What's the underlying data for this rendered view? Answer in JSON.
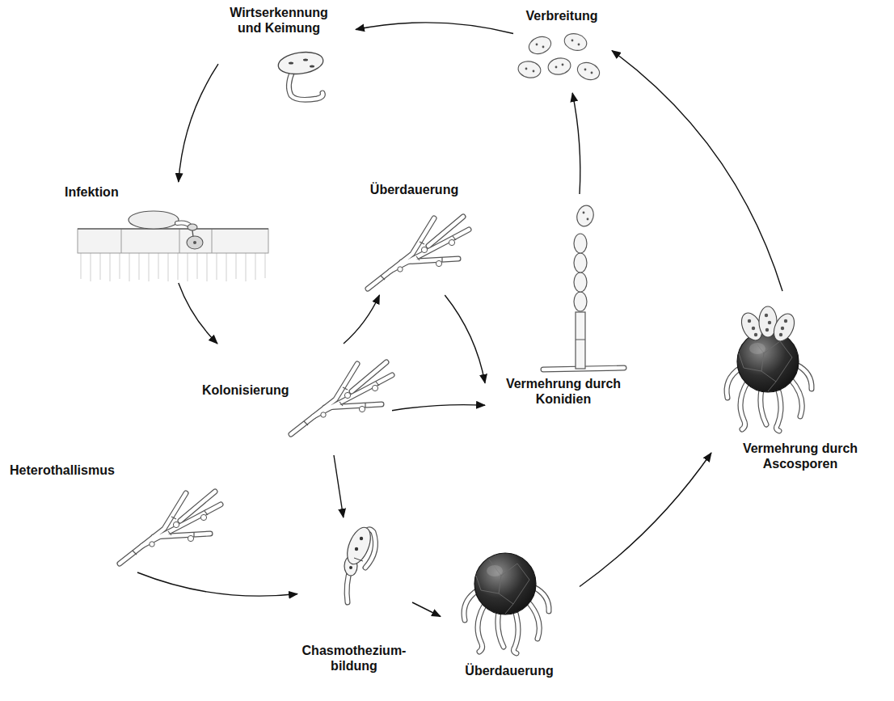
{
  "diagram": {
    "nodes": [
      {
        "text": [
          "Wirtserkennung und Keimung"
        ]
      },
      {
        "text": [
          "Verbreitung"
        ]
      },
      {
        "text": [
          "Infektion"
        ]
      },
      {
        "text": [
          "Überdauerung"
        ]
      },
      {
        "text": [
          "Kolonisierung"
        ]
      },
      {
        "text": [
          "Vermehrung durch Konidien"
        ]
      },
      {
        "text": [
          "Vermehrung durch Ascosporen"
        ]
      },
      {
        "text": [
          "Heterothallismus"
        ]
      },
      {
        "text": [
          "Chasmothezium- bildung"
        ]
      },
      {
        "text": [
          "Überdauerung"
        ]
      }
    ],
    "edges": [
      {
        "from": 1,
        "to": 0,
        "arrow": "to"
      },
      {
        "from": 0,
        "to": 2,
        "arrow": "to"
      },
      {
        "from": 2,
        "to": 4,
        "arrow": "to"
      },
      {
        "from": 4,
        "to": 3,
        "arrow": "to"
      },
      {
        "from": 4,
        "to": 5,
        "arrow": "to"
      },
      {
        "from": 3,
        "to": 5,
        "arrow": "to"
      },
      {
        "from": 5,
        "to": 1,
        "arrow": "to"
      },
      {
        "from": 6,
        "to": 1,
        "arrow": "to"
      },
      {
        "from": 4,
        "to": 8,
        "arrow": "to"
      },
      {
        "from": 7,
        "to": 8,
        "arrow": "to"
      },
      {
        "from": 8,
        "to": 9,
        "arrow": "to"
      },
      {
        "from": 9,
        "to": 6,
        "arrow": "to"
      }
    ]
  }
}
